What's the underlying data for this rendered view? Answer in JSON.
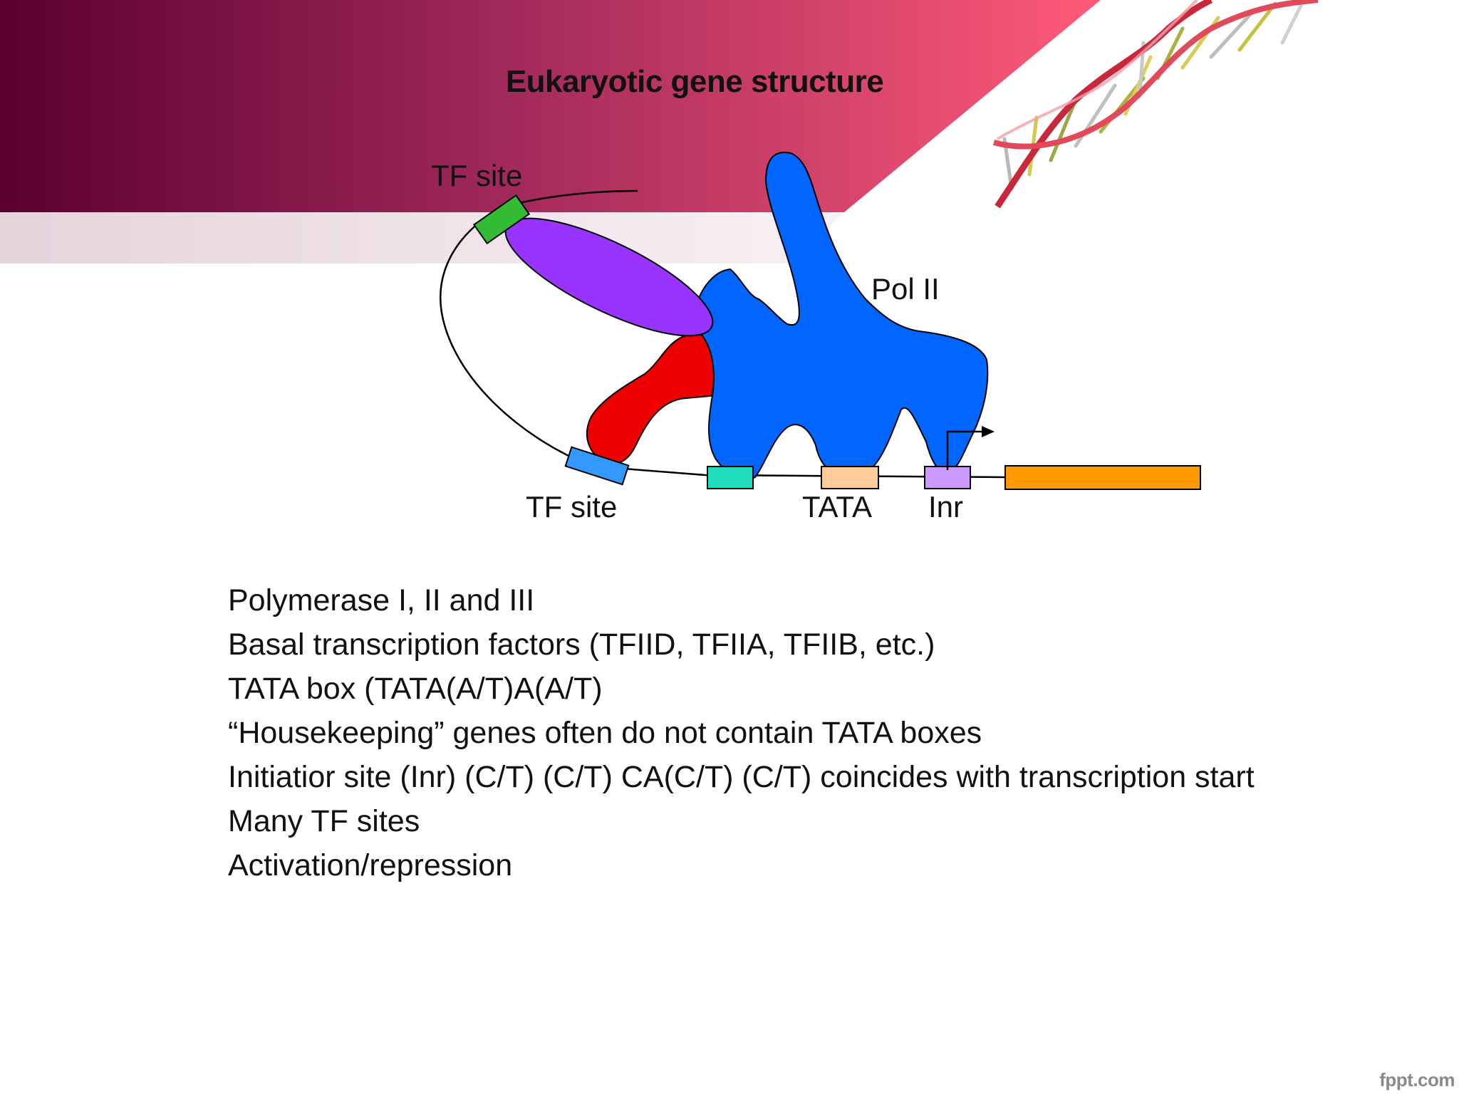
{
  "title": "Eukaryotic gene structure",
  "diagram": {
    "labels": {
      "tf_site_top": "TF site",
      "tf_site_bottom": "TF site",
      "pol2": "Pol II",
      "tata": "TATA",
      "inr": "Inr"
    },
    "colors": {
      "polymerase": "#0066FF",
      "activator_purple": "#9933FF",
      "activator_red": "#EE0000",
      "tf_site_green": "#33BB33",
      "tf_site_blue": "#3399FF",
      "element_teal": "#22DDBB",
      "tata_box": "#FFCC99",
      "inr_box": "#CC99FF",
      "coding_region": "#FF9900"
    }
  },
  "bullets": [
    "Polymerase I, II and III",
    "Basal transcription factors (TFIID, TFIIA, TFIIB, etc.)",
    "TATA box (TATA(A/T)A(A/T)",
    "“Housekeeping” genes often do not contain TATA boxes",
    "Initiatior site (Inr) (C/T) (C/T) CA(C/T) (C/T) coincides with transcription start",
    "Many TF sites",
    "Activation/repression"
  ],
  "watermark": "fppt.com"
}
